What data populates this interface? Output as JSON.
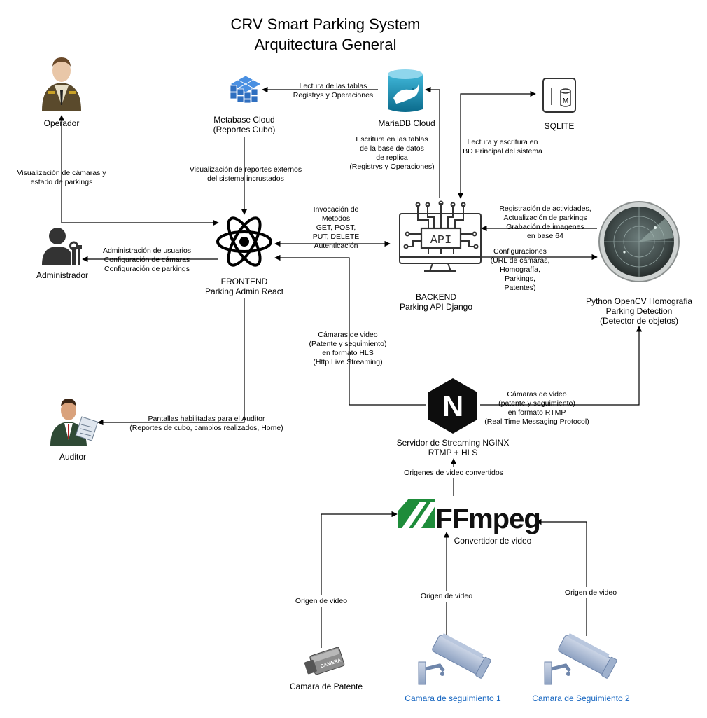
{
  "title": [
    "CRV Smart Parking System",
    "Arquitectura General"
  ],
  "colors": {
    "link_blue": "#1565c0",
    "mariadb": "#00758f",
    "metabase": "#4a90e2",
    "ffmpeg": "#1e8c3a",
    "nginx": "#0d0d0d"
  },
  "nodes": {
    "operador": {
      "label": "Operador",
      "icon": "guard-person-icon"
    },
    "administrador": {
      "label": "Administrador",
      "icon": "admin-person-wrench-icon"
    },
    "auditor": {
      "label": "Auditor",
      "icon": "auditor-person-icon"
    },
    "metabase": {
      "label": [
        "Metabase Cloud",
        "(Reportes Cubo)"
      ],
      "icon": "metabase-cube-icon"
    },
    "mariadb": {
      "label": "MariaDB Cloud",
      "icon": "mariadb-seal-icon"
    },
    "sqlite": {
      "label": "SQLITE",
      "icon": "sqlite-db-icon",
      "icon_letter": "M"
    },
    "frontend": {
      "label": [
        "FRONTEND",
        "Parking Admin React"
      ],
      "icon": "react-atom-icon"
    },
    "backend": {
      "label": [
        "BACKEND",
        "Parking API Django"
      ],
      "icon": "api-monitor-icon",
      "icon_text": "API"
    },
    "python": {
      "label": [
        "Python OpenCV Homografia",
        "Parking Detection",
        "(Detector de objetos)"
      ],
      "icon": "radar-icon"
    },
    "nginx": {
      "label": [
        "Servidor de Streaming NGINX",
        "RTMP + HLS"
      ],
      "icon": "nginx-logo-icon",
      "icon_letter": "N"
    },
    "ffmpeg": {
      "label": "Convertidor de video",
      "icon": "ffmpeg-logo-icon",
      "logo_text": "FFmpeg"
    },
    "cam_patente": {
      "label": "Camara de Patente",
      "icon": "camera-icon",
      "icon_text": "CAMERA"
    },
    "cam_seg1": {
      "label": "Camara de seguimiento 1",
      "icon": "cctv-camera-icon"
    },
    "cam_seg2": {
      "label": "Camara de Seguimiento 2",
      "icon": "cctv-camera-icon"
    }
  },
  "edges": {
    "metabase_mariadb": [
      "Lectura de las tablas",
      "Registrys y Operaciones"
    ],
    "backend_mariadb": [
      "Escritura en las tablas",
      "de la base de datos",
      "de replica",
      "(Registrys y Operaciones)"
    ],
    "backend_sqlite": [
      "Lectura y escritura en",
      "BD Principal del sistema"
    ],
    "operador_frontend": [
      "Visualización de cámaras y",
      "estado de parkings"
    ],
    "metabase_frontend": [
      "Visualización de reportes externos",
      "del sistema incrustados"
    ],
    "frontend_backend": [
      "Invocación de",
      "Metodos",
      "GET, POST,",
      "PUT, DELETE",
      "Autenticación"
    ],
    "python_backend": [
      "Registración de actividades,",
      "Actualización de parkings",
      "Grabación de imagenes",
      "en base 64"
    ],
    "backend_python": [
      "Configuraciones",
      "(URL de cámaras,",
      "Homografía,",
      "Parkings,",
      "Patentes)"
    ],
    "frontend_admin": [
      "Administración de usuarios",
      "Configuración de cámaras",
      "Configuración de parkings"
    ],
    "nginx_frontend": [
      "Cámaras de video",
      "(Patente y seguimiento)",
      "en formato HLS",
      "(Http Live Streaming)"
    ],
    "nginx_python": [
      "Cámaras de video",
      "(patente y seguimiento)",
      "en formato RTMP",
      "(Real Time Messaging Protocol)"
    ],
    "frontend_auditor": [
      "Pantallas habilitadas para el Auditor",
      "(Reportes de cubo, cambios realizados, Home)"
    ],
    "ffmpeg_nginx": [
      "Origenes de video convertidos"
    ],
    "cam_patente_ffmpeg": [
      "Origen de video"
    ],
    "cam_seg1_ffmpeg": [
      "Origen de video"
    ],
    "cam_seg2_ffmpeg": [
      "Origen de video"
    ]
  }
}
